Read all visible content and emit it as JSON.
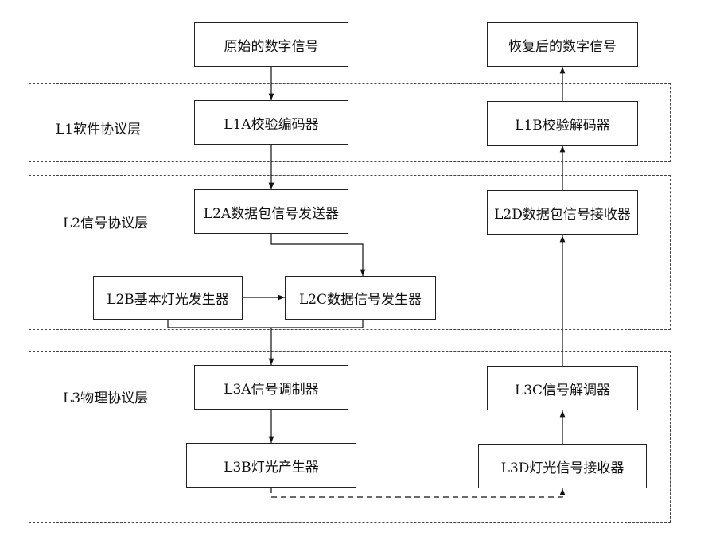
{
  "layers": {
    "l1": "L1软件协议层",
    "l2": "L2信号协议层",
    "l3": "L3物理协议层"
  },
  "boxes": {
    "original_signal": "原始的数字信号",
    "recovered_signal": "恢复后的数字信号",
    "l1a": "L1A校验编码器",
    "l1b": "L1B校验解码器",
    "l2a": "L2A数据包信号发送器",
    "l2d": "L2D数据包信号接收器",
    "l2b": "L2B基本灯光发生器",
    "l2c": "L2C数据信号发生器",
    "l3a": "L3A信号调制器",
    "l3c": "L3C信号解调器",
    "l3b": "L3B灯光产生器",
    "l3d": "L3D灯光信号接收器"
  }
}
